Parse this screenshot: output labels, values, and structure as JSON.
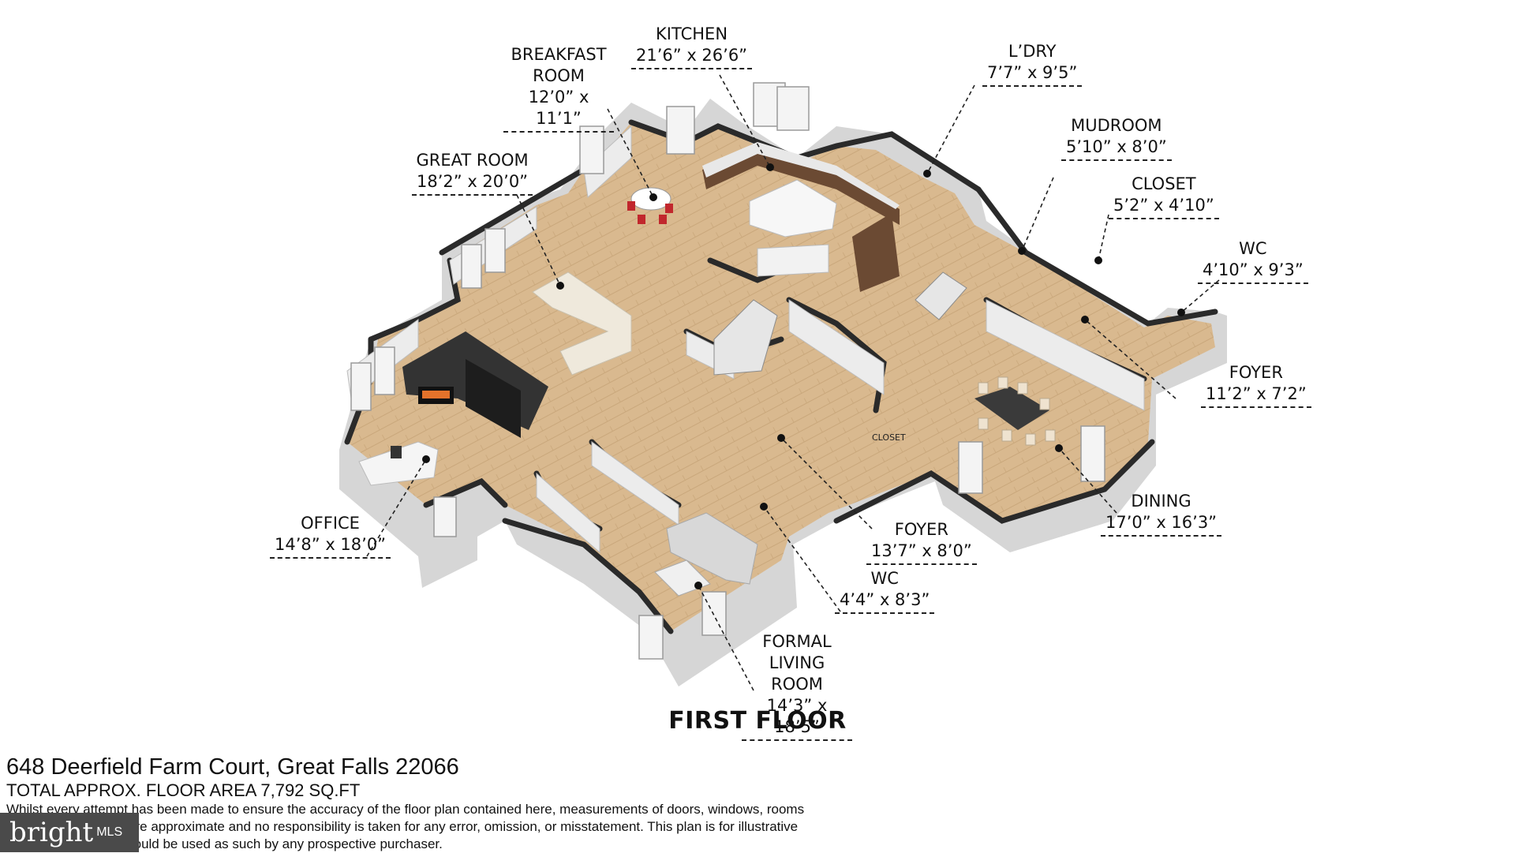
{
  "floor": {
    "title": "FIRST FLOOR"
  },
  "rooms": {
    "kitchen": {
      "name": "KITCHEN",
      "dim": "21’6” x 26’6”"
    },
    "breakfast": {
      "name": "BREAKFAST ROOM",
      "dim": "12’0” x 11’1”"
    },
    "ldry": {
      "name": "L’DRY",
      "dim": "7’7” x 9’5”"
    },
    "mudroom": {
      "name": "MUDROOM",
      "dim": "5’10” x 8’0”"
    },
    "closet_upper": {
      "name": "CLOSET",
      "dim": "5’2” x 4’10”"
    },
    "wc_right": {
      "name": "WC",
      "dim": "4’10” x 9’3”"
    },
    "great_room": {
      "name": "GREAT ROOM",
      "dim": "18’2” x 20’0”"
    },
    "foyer_right": {
      "name": "FOYER",
      "dim": "11’2” x 7’2”"
    },
    "office": {
      "name": "OFFICE",
      "dim": "14’8” x 18’0”"
    },
    "foyer_main": {
      "name": "FOYER",
      "dim": "13’7” x 8’0”"
    },
    "dining": {
      "name": "DINING",
      "dim": "17’0” x 16’3”"
    },
    "wc_lower": {
      "name": "WC",
      "dim": "4’4” x 8’3”"
    },
    "formal_living": {
      "name": "FORMAL LIVING ROOM",
      "dim": "14’3” x 18’5”"
    }
  },
  "closet_tag": "CLOSET",
  "footer": {
    "address": "648 Deerfield Farm Court, Great Falls 22066",
    "area": "TOTAL APPROX. FLOOR AREA 7,792 SQ.FT",
    "disclaimer": "Whilst every attempt has been made to ensure the accuracy of the floor plan contained here, measurements of doors, windows, rooms and any other items are approximate and no responsibility is taken for any error, omission, or misstatement. This plan is for illustrative purposes only and should be used as such by any prospective purchaser."
  },
  "badge": {
    "brand": "bright",
    "suffix": "MLS"
  },
  "colors": {
    "floor": "#d9b98f",
    "wall_top": "#2a2a2a",
    "wall_face": "#d6d6d6",
    "wall_light": "#ececec"
  }
}
